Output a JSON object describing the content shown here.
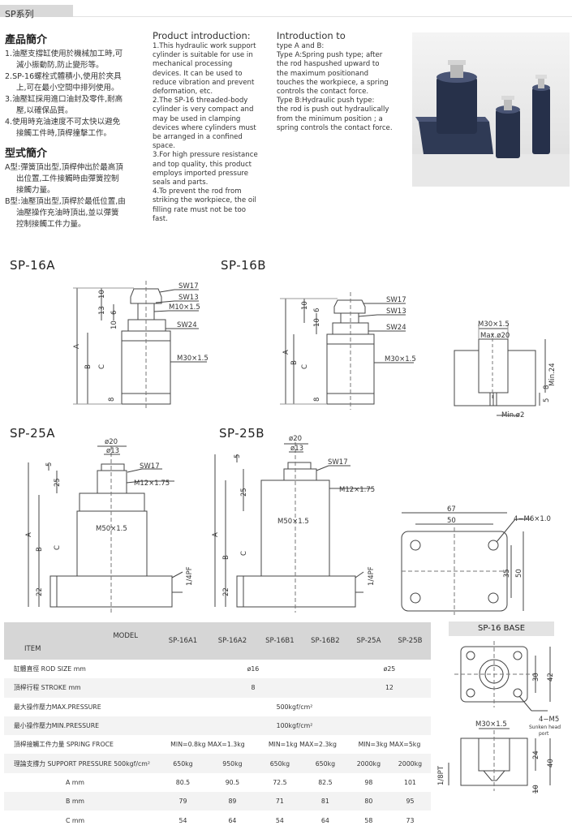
{
  "header": {
    "series": "SP系列"
  },
  "cn": {
    "title": "產品簡介",
    "items": [
      "1.油壓支撐缸使用於機械加工時,可",
      "減小振動防,防止變形等。",
      "2.SP-16螺栓式體積小,使用於夾具",
      "上,可在最小空間中排列使用。",
      "3.油壓缸採用進口油封及零件,耐高",
      "壓,以確保品質。",
      "4.使用時充油速度不可太快以避免",
      "接觸工件時,頂桿撞擊工作。"
    ],
    "type_title": "型式簡介",
    "type_items": [
      "A型:彈簧頂出型,頂桿伸出於最高頂",
      "出位置,工件接觸時由彈簧控制",
      "接觸力量。",
      "B型:油壓頂出型,頂桿於最低位置,由",
      "油壓操作充油時頂出,並以彈簧",
      "控制接觸工件力量。"
    ]
  },
  "en_intro": {
    "title": "Product introduction:",
    "lines": [
      "1.This hydraulic work support",
      "cylinder is suitable for use in",
      "mechanical processing",
      "devices. It can be used to",
      "reduce vibration and prevent",
      "deformation, etc.",
      "2.The SP-16 threaded-body",
      "cylinder is very compact and",
      "may be used in clamping",
      "devices where cylinders must",
      "be arranged in a confined",
      "space.",
      "3.For high pressure resistance",
      "and top quality, this product",
      "employs imported pressure",
      "seals and parts.",
      "4.To prevent the rod from",
      "striking the workpiece, the oil",
      "filling rate must not be too",
      "fast."
    ]
  },
  "en_types": {
    "title": "Introduction to",
    "lines": [
      "type A and B:",
      "Type A:Spring push type; after",
      "the rod haspushed upward to",
      "the maximum positionand",
      "touches the workpiece, a spring",
      "controls the contact force.",
      "Type B:Hydraulic push type:",
      "the rod is push out hydraulically",
      "from the minimum position ; a",
      "spring controls the contact force."
    ]
  },
  "drawings": {
    "sp16a": "SP-16A",
    "sp16b": "SP-16B",
    "sp25a": "SP-25A",
    "sp25b": "SP-25B",
    "sw17": "SW17",
    "sw13": "SW13",
    "sw24": "SW24",
    "m10": "M10×1.5",
    "m30": "M30×1.5",
    "m12": "M12×1.75",
    "m50": "M50×1.5",
    "pf": "1/4PF",
    "phi20": "ø20",
    "phi13": "ø13",
    "max20": "Max.ø20",
    "min24": "Min.24",
    "min2": "Min.ø2",
    "d10": "10",
    "d13": "13",
    "d6": "6",
    "d10b": "10",
    "d5": "5",
    "d8": "8",
    "d25": "25",
    "d22": "22",
    "dA": "A",
    "dB": "B",
    "dC": "C",
    "d67": "67",
    "d50": "50",
    "d35": "35",
    "d50b": "50",
    "m6": "4−M6×1.0"
  },
  "base": {
    "title": "SP-16 BASE",
    "d30": "30",
    "d42": "42",
    "m30": "M30×1.5",
    "m5": "4−M5",
    "sunken": "Sunken head",
    "port": "port",
    "bpt": "1/8PT",
    "d24": "24",
    "d40": "40",
    "d10": "10"
  },
  "table": {
    "model_label": "MODEL",
    "item_label": "ITEM",
    "models": [
      "SP-16A1",
      "SP-16A2",
      "SP-16B1",
      "SP-16B2",
      "SP-25A",
      "SP-25B"
    ],
    "rows": [
      {
        "label": "缸體直徑  ROD  SIZE mm",
        "cells": [
          "ø16",
          "ø25"
        ]
      },
      {
        "label": "頂桿行程  STROKE mm",
        "cells": [
          "8",
          "12"
        ]
      },
      {
        "label": "最大操作壓力MAX.PRESSURE",
        "cells": [
          "500kgf/cm²"
        ]
      },
      {
        "label": "最小操作壓力MIN.PRESSURE",
        "cells": [
          "100kgf/cm²"
        ]
      },
      {
        "label": "頂桿接觸工件力量  SPRING FROCE",
        "cells": [
          "MIN=0.8kg MAX=1.3kg",
          "MIN=1kg MAX=2.3kg",
          "MIN=3kg MAX=5kg"
        ]
      },
      {
        "label": "理論支撐力  SUPPORT PRESSURE 500kgf/cm²",
        "cells": [
          "650kg",
          "950kg",
          "650kg",
          "650kg",
          "2000kg",
          "2000kg"
        ]
      },
      {
        "label": "A     mm",
        "cells": [
          "80.5",
          "90.5",
          "72.5",
          "82.5",
          "98",
          "101"
        ]
      },
      {
        "label": "B     mm",
        "cells": [
          "79",
          "89",
          "71",
          "81",
          "80",
          "95"
        ]
      },
      {
        "label": "C     mm",
        "cells": [
          "54",
          "64",
          "54",
          "64",
          "58",
          "73"
        ]
      }
    ]
  },
  "colors": {
    "line": "#444444",
    "dim": "#666666",
    "header_bg": "#d9d9d9"
  }
}
